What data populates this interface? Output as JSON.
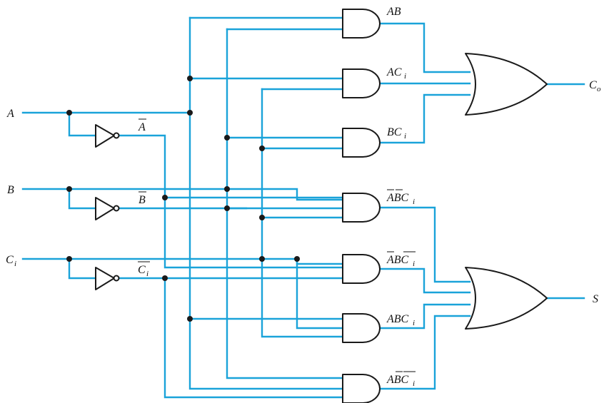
{
  "inputs": {
    "a": "A",
    "b": "B",
    "ci_main": "C",
    "ci_sub": "i"
  },
  "inverted_inputs": {
    "a_bar": "A",
    "b_bar": "B",
    "ci_bar_main": "C",
    "ci_bar_sub": "i"
  },
  "carry_terms": {
    "ab": "AB",
    "aci_main": "AC",
    "aci_sub": "i",
    "bci_main": "BC",
    "bci_sub": "i"
  },
  "sum_terms": {
    "t1_main": "ABC",
    "t1_sub": "i",
    "t2_main": "ABC",
    "t2_sub": "i",
    "t3_main": "ABC",
    "t3_sub": "i",
    "t4_main": "ABC",
    "t4_sub": "i"
  },
  "outputs": {
    "co_main": "C",
    "co_sub": "o",
    "s": "S"
  },
  "colors": {
    "wire": "#1aa3d9",
    "gate_outline": "#1a1a1a",
    "junction": "#1a1a1a"
  }
}
